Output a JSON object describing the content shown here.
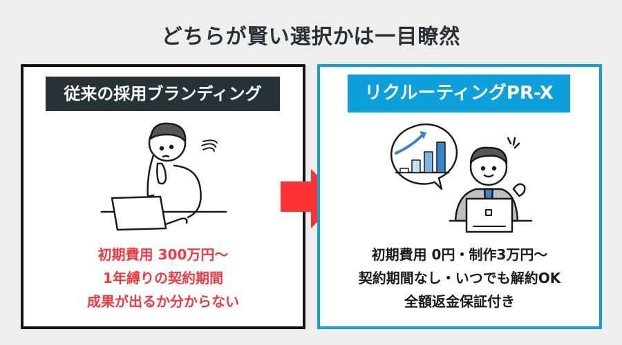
{
  "header": {
    "title": "どちらが賢い選択かは一目瞭然"
  },
  "colors": {
    "accent_blue": "#0ea0dc",
    "dark_label": "#263238",
    "warning_red": "#f5383f",
    "arrow_red": "#ff3333"
  },
  "left_panel": {
    "label": "従来の採用ブランディング",
    "illustration": "worried-man-at-laptop",
    "points": [
      "初期費用 300万円〜",
      "1年縛りの契約期間",
      "成果が出るか分からない"
    ]
  },
  "right_panel": {
    "label": "リクルーティングPR-X",
    "illustration": "confident-businessman-with-growth-chart",
    "points": [
      "初期費用 0円・制作3万円〜",
      "契約期間なし・いつでも解約OK",
      "全額返金保証付き"
    ]
  },
  "arrow": {
    "icon": "right-arrow-icon"
  }
}
